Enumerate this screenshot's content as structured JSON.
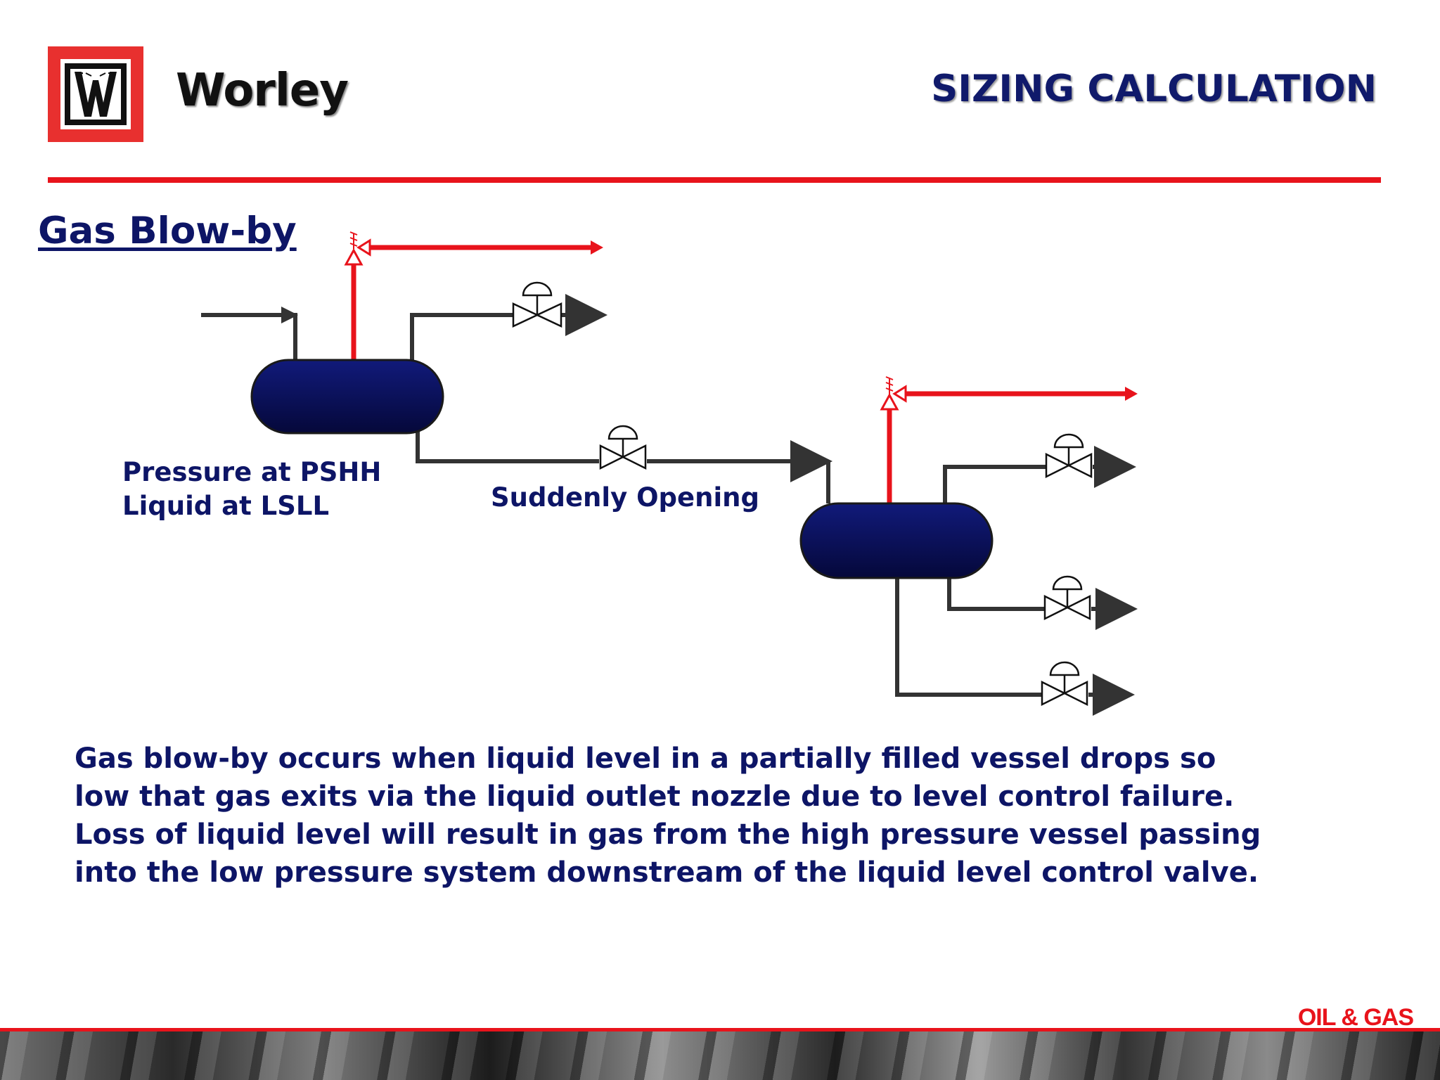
{
  "header": {
    "brand": "Worley",
    "title": "SIZING CALCULATION"
  },
  "section": {
    "title": "Gas Blow-by"
  },
  "diagram": {
    "label_vessel1_line1": "Pressure at PSHH",
    "label_vessel1_line2": "Liquid at LSLL",
    "label_valve": "Suddenly Opening"
  },
  "body": {
    "lines": [
      "Gas blow-by occurs when liquid level in a partially filled vessel drops so",
      "low that gas exits via the liquid outlet nozzle due to level control failure.",
      "Loss of liquid level will result in gas from the high pressure vessel passing",
      "into the low pressure system downstream of the liquid level control valve."
    ]
  },
  "footer": {
    "tag": "OIL & GAS"
  },
  "colors": {
    "accent_red": "#e8131b",
    "navy_text": "#0d1566",
    "vessel_fill": "#0a0f5a",
    "pipe": "#333333"
  }
}
